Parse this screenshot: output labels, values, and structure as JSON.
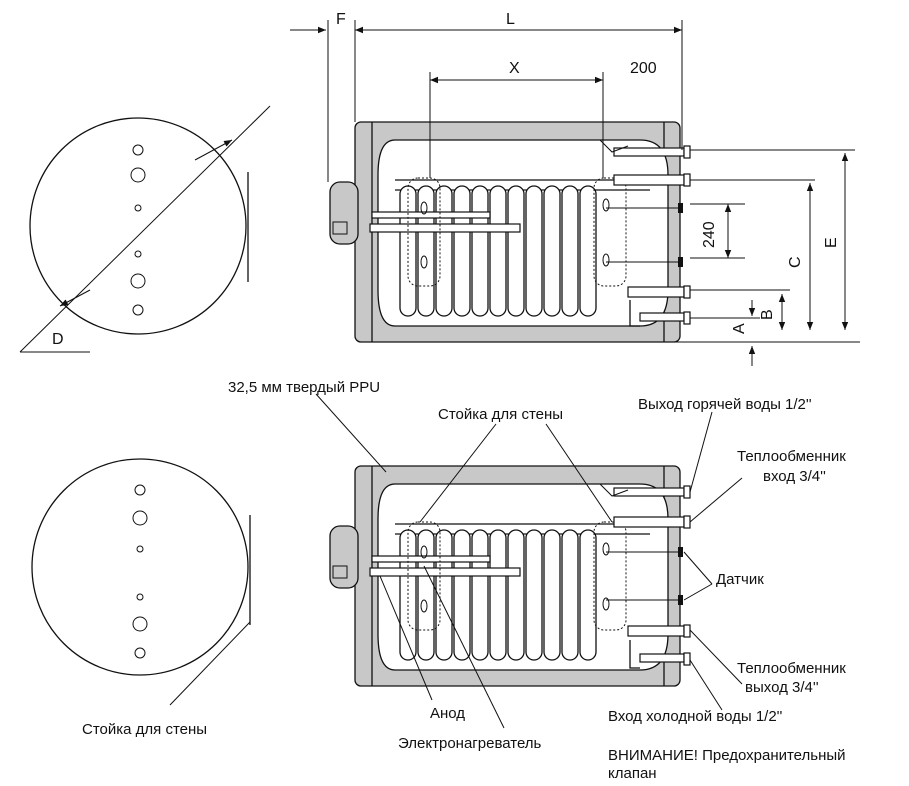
{
  "dimensions": {
    "F": "F",
    "L": "L",
    "X": "X",
    "d200": "200",
    "d240": "240",
    "C": "C",
    "E": "E",
    "B": "B",
    "A": "A",
    "D": "D"
  },
  "labels": {
    "insulation": "32,5 мм твердый PPU",
    "wall_bracket_top": "Стойка для стены",
    "wall_bracket_left": "Стойка для стены",
    "hot_water_out": "Выход горячей воды 1/2''",
    "exchanger_in_line1": "Теплообменник",
    "exchanger_in_line2": "вход 3/4''",
    "sensor": "Датчик",
    "exchanger_out_line1": "Теплообменник",
    "exchanger_out_line2": "выход  3/4''",
    "cold_water_in": "Вход холодной воды 1/2''",
    "warning_line1": "ВНИМАНИЕ! Предохранительный",
    "warning_line2": "клапан",
    "anode": "Анод",
    "heater": "Электронагреватель"
  }
}
